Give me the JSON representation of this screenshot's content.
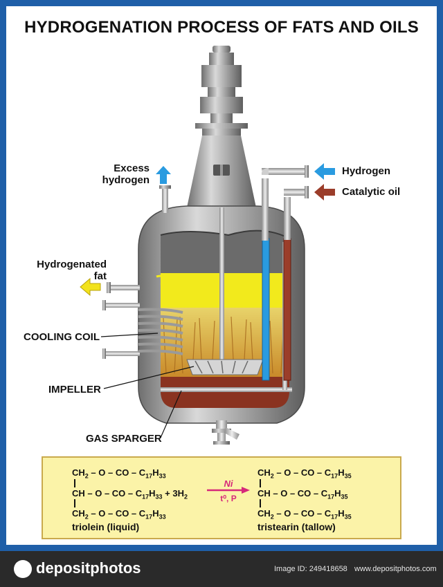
{
  "title": "HYDROGENATION PROCESS OF FATS AND OILS",
  "labels": {
    "excess_line1": "Excess",
    "excess_line2": "hydrogen",
    "hydrogen": "Hydrogen",
    "catalytic_oil": "Catalytic oil",
    "hydrogenated_line1": "Hydrogenated",
    "hydrogenated_line2": "fat",
    "cooling_coil": "COOLING COIL",
    "impeller": "IMPELLER",
    "gas_sparger": "GAS SPARGER"
  },
  "reaction": {
    "catalyst": "Ni",
    "conditions": "t⁰, P",
    "reactant": {
      "row1_main": "CH",
      "row1_sub": "2",
      "row1_tail": " – O – CO – C",
      "row1_sub2": "17",
      "row1_end": "H",
      "row1_sub3": "33",
      "row2_main": "CH – O – CO – C",
      "row2_sub": "17",
      "row2_end": "H",
      "row2_sub2": "33",
      "row2_plus": " + 3H",
      "row2_sub3": "2",
      "row3_main": "CH",
      "row3_sub": "2",
      "row3_tail": " – O – CO – C",
      "row3_sub2": "17",
      "row3_end": "H",
      "row3_sub3": "33",
      "name": "triolein (liquid)"
    },
    "product": {
      "row1_main": "CH",
      "row1_sub": "2",
      "row1_tail": " – O – CO – C",
      "row1_sub2": "17",
      "row1_end": "H",
      "row1_sub3": "35",
      "row2_main": "CH – O – CO – C",
      "row2_sub": "17",
      "row2_end": "H",
      "row2_sub2": "35",
      "row3_main": "CH",
      "row3_sub": "2",
      "row3_tail": " – O – CO – C",
      "row3_sub2": "17",
      "row3_end": "H",
      "row3_sub3": "35",
      "name": "tristearin (tallow)"
    }
  },
  "footer": {
    "logo": "depositphotos",
    "image_id": "Image ID: 249418658",
    "site": "www.depositphotos.com"
  },
  "colors": {
    "frame": "#1f5fa8",
    "hydrogen_arrow": "#2a9be0",
    "oil_arrow": "#9b3d2a",
    "fat_arrow": "#f2e21c",
    "fat_layer": "#f2ea1c",
    "oil_layer": "#8a3320",
    "catalyst": "#d6287a"
  }
}
